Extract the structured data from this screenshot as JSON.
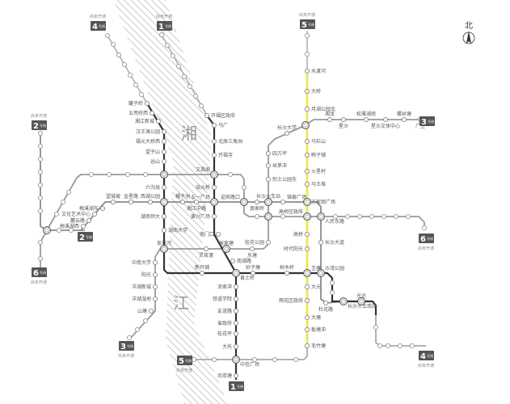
{
  "map_labels": {
    "river_top": "湘",
    "river_bottom": "江",
    "north": "北"
  },
  "line_colors": {
    "line1": "#333333",
    "line2": "#8a8a8a",
    "line3": "#9a9a9a",
    "line4": "#333333",
    "line5": "#e8ea5a",
    "line6": "#9a9a9a",
    "planned": "#aaaaaa"
  },
  "terminals": [
    {
      "num": "4",
      "sub": "号线",
      "note": "尚未开通"
    },
    {
      "num": "1",
      "sub": "号线",
      "note": "尚未开通"
    },
    {
      "num": "5",
      "sub": "号线",
      "note": "尚未开通"
    },
    {
      "num": "2",
      "sub": "号线",
      "note": "尚未开通"
    },
    {
      "num": "6",
      "sub": "号线",
      "note": "尚未开通"
    },
    {
      "num": "2",
      "sub": "号线",
      "note": ""
    },
    {
      "num": "3",
      "sub": "号线",
      "note": ""
    },
    {
      "num": "6",
      "sub": "号线",
      "note": "尚未开通"
    },
    {
      "num": "3",
      "sub": "号线",
      "note": "尚未开通"
    },
    {
      "num": "5",
      "sub": "号线",
      "note": "尚未开通"
    },
    {
      "num": "1",
      "sub": "号线",
      "note": ""
    },
    {
      "num": "4",
      "sub": "号线",
      "note": "尚未开通"
    }
  ],
  "stations": [
    "罐子岭",
    "五亮岭西",
    "湘江新城",
    "汉王滩公园",
    "福元大桥西",
    "望子山",
    "谷山",
    "六沟垅",
    "湖南师大",
    "湖南大学",
    "阜埠河",
    "新开铺",
    "砂子塘",
    "树木岭",
    "开福区政府",
    "马厂",
    "北辰三角洲",
    "开福寺",
    "文昌阁",
    "培元桥",
    "五一广场",
    "黄兴广场",
    "南门口",
    "侯家塘",
    "南湖路",
    "黄土岭",
    "涂家冲",
    "铁道学院",
    "友谊路",
    "省政府",
    "桂花坪",
    "大托",
    "中信广场",
    "尚双塘",
    "梅溪湖东",
    "文化艺术中心",
    "麓云路",
    "梅溪湖西",
    "望城坡",
    "金星路",
    "西湖公园",
    "橘子洲",
    "湘江中路",
    "迎宾路口",
    "袁家岭",
    "长沙火车站",
    "锦泰广场",
    "万家丽广场",
    "人民东路",
    "长沙大道",
    "沙湾公园",
    "杜花路",
    "长沙火车南站",
    "光达",
    "中南大学",
    "阳光",
    "洋湖新城",
    "洋湖湿地",
    "山塘",
    "灵官渡",
    "东塘",
    "桂花公园",
    "四方坪",
    "丝茅冲",
    "烈士公园东",
    "长沙大学",
    "湘龙",
    "星沙",
    "松雅湖南",
    "星沙文体中心",
    "螺丝塘",
    "广生",
    "水渡河",
    "大桥",
    "月湖公园北",
    "马栏山",
    "鸭子铺",
    "火星村",
    "马王堆",
    "高桥区政府",
    "高桥",
    "时代阳光",
    "圭塘",
    "大元",
    "雨花区政府",
    "大塘",
    "板塘冲",
    "毛竹塘"
  ]
}
